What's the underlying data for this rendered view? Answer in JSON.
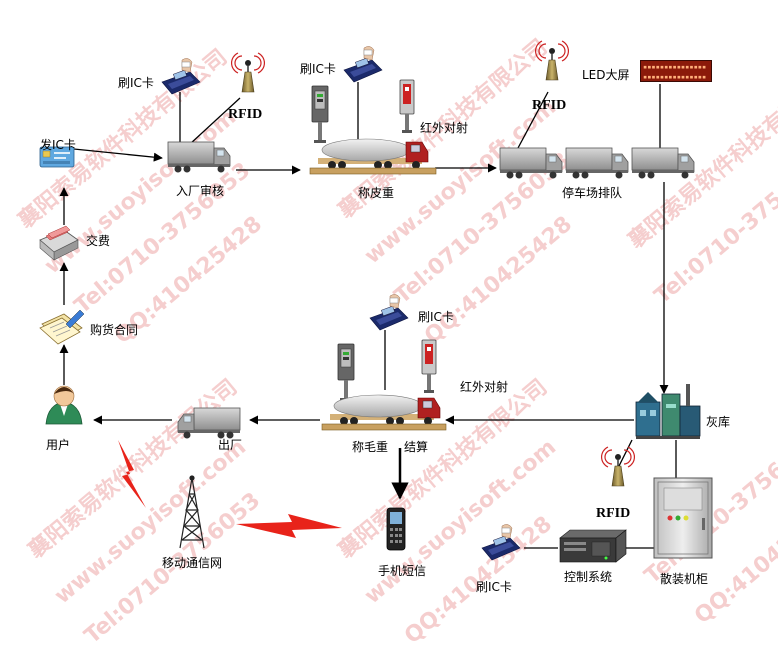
{
  "labels": {
    "issue_ic": "发IC卡",
    "swipe_ic_1": "刷IC卡",
    "rfid_1": "RFID",
    "swipe_ic_2": "刷IC卡",
    "infrared_1": "红外对射",
    "rfid_2": "RFID",
    "led_screen": "LED大屏",
    "entry_check": "入厂审核",
    "tare_weigh": "称皮重",
    "parking_queue": "停车场排队",
    "payment": "交费",
    "purchase_contract": "购货合同",
    "swipe_ic_3": "刷IC卡",
    "infrared_2": "红外对射",
    "ash_silo": "灰库",
    "user": "用户",
    "exit": "出厂",
    "gross_weigh": "称毛重",
    "settlement": "结算",
    "rfid_3": "RFID",
    "mobile_network": "移动通信网",
    "sms": "手机短信",
    "swipe_ic_4": "刷IC卡",
    "control_system": "控制系统",
    "bulk_cabinet": "散装机柜"
  },
  "watermark": {
    "company": "襄阳索易软件科技有限公司",
    "site": "www.suoyisoft.com",
    "tel": "Tel:0710-3756053",
    "qq": "QQ:410425428"
  },
  "colors": {
    "arrow": "#000000",
    "signal": "#e8231a",
    "watermark": "#e05050"
  }
}
